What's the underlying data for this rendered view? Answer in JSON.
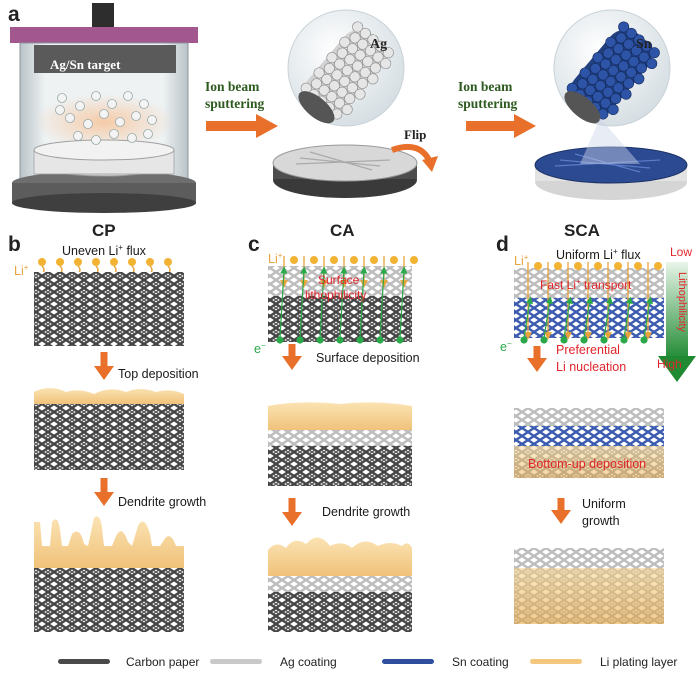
{
  "panel_a": {
    "letter": "a",
    "target_label": "Ag/Sn target",
    "step1_line1": "Ion beam",
    "step1_line2": "sputtering",
    "flip_label": "Flip",
    "ag_label": "Ag",
    "step2_line1": "Ion beam",
    "step2_line2": "sputtering",
    "sn_label": "Sn"
  },
  "panel_b": {
    "letter": "b",
    "title": "CP",
    "flux_label": "Uneven Li",
    "flux_suffix": " flux",
    "li_ion": "Li",
    "step1": "Top deposition",
    "step2": "Dendrite growth"
  },
  "panel_c": {
    "letter": "c",
    "title": "CA",
    "li_ion": "Li",
    "electron": "e",
    "lithophilicity_line1": "Surface",
    "lithophilicity_line2": "lithophilicity",
    "step1": "Surface deposition",
    "step2": "Dendrite growth"
  },
  "panel_d": {
    "letter": "d",
    "title": "SCA",
    "flux_label": "Uniform Li",
    "flux_suffix": " flux",
    "li_ion": "Li",
    "electron": "e",
    "transport": "Fast Li",
    "transport_suffix": " transport",
    "nucleation_line1": "Preferential",
    "nucleation_line2": "Li nucleation",
    "bottom_up": "Bottom-up deposition",
    "step2_line1": "Uniform",
    "step2_line2": "growth",
    "gradient_low": "Low",
    "gradient_high": "High",
    "gradient_axis": "Lithophilicity"
  },
  "legend": {
    "carbon": "Carbon paper",
    "ag": "Ag coating",
    "sn": "Sn coating",
    "li": "Li plating layer"
  },
  "colors": {
    "carbon": "#4a4a4a",
    "ag": "#c9c9c9",
    "sn": "#2f4f9e",
    "li": "#f3c77e",
    "arrow": "#e8702a",
    "electron": "#2aa84a",
    "red_text": "#e0262c"
  }
}
